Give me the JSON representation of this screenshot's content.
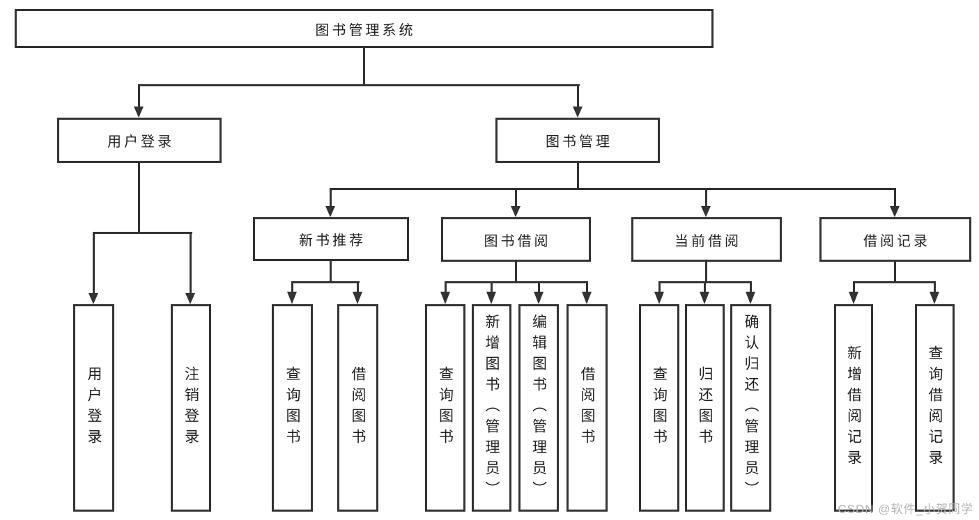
{
  "root": {
    "label": "图书管理系统"
  },
  "user_login": {
    "label": "用户登录",
    "children": [
      {
        "label": "用户登录"
      },
      {
        "label": "注销登录"
      }
    ]
  },
  "book_management": {
    "label": "图书管理",
    "modules": {
      "new_book_recommend": {
        "label": "新书推荐",
        "children": [
          {
            "label": "查询图书"
          },
          {
            "label": "借阅图书"
          }
        ]
      },
      "book_borrowing": {
        "label": "图书借阅",
        "children": [
          {
            "label": "查询图书"
          },
          {
            "label": "新增图书（管理员）"
          },
          {
            "label": "编辑图书（管理员）"
          },
          {
            "label": "借阅图书"
          }
        ]
      },
      "current_borrowing": {
        "label": "当前借阅",
        "children": [
          {
            "label": "查询图书"
          },
          {
            "label": "归还图书"
          },
          {
            "label": "确认归还（管理员）"
          }
        ]
      },
      "borrowing_records": {
        "label": "借阅记录",
        "children": [
          {
            "label": "新增借阅记录"
          },
          {
            "label": "查询借阅记录"
          }
        ]
      }
    }
  },
  "watermark": "CSDN @软件_小贺同学",
  "colors": {
    "line": "#333333",
    "text": "#1f1f1f",
    "watermark": "#b3b3b3",
    "background": "#ffffff"
  }
}
